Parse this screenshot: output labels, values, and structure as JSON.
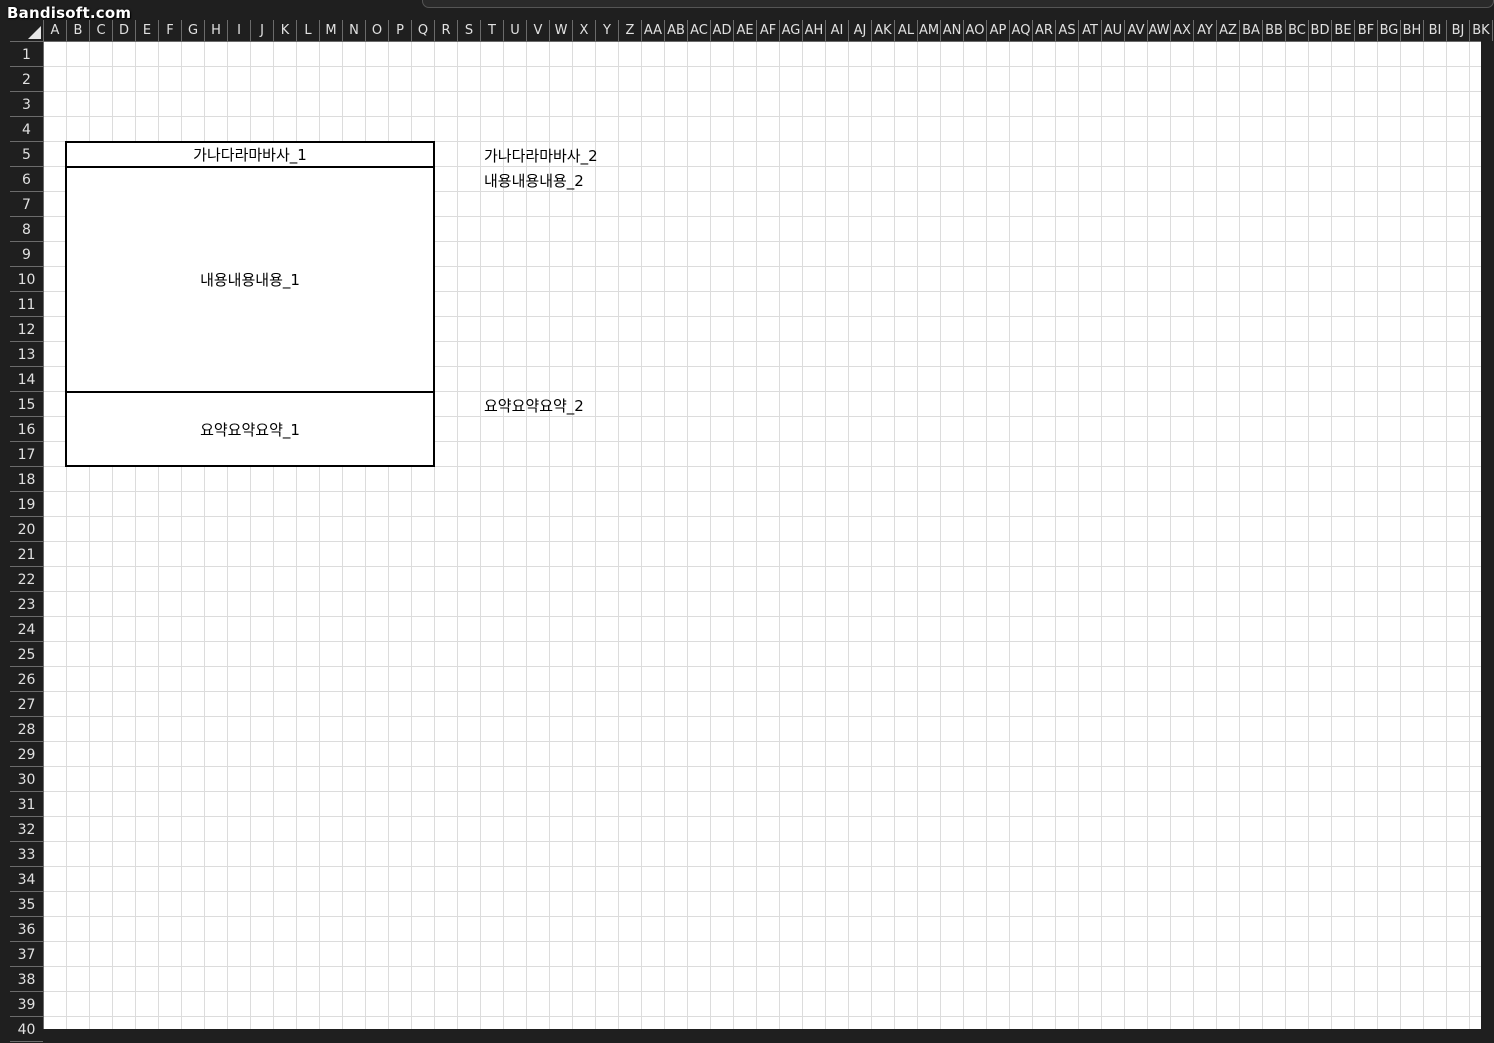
{
  "watermark": "Bandisoft.com",
  "columns": [
    "A",
    "B",
    "C",
    "D",
    "E",
    "F",
    "G",
    "H",
    "I",
    "J",
    "K",
    "L",
    "M",
    "N",
    "O",
    "P",
    "Q",
    "R",
    "S",
    "T",
    "U",
    "V",
    "W",
    "X",
    "Y",
    "Z",
    "AA",
    "AB",
    "AC",
    "AD",
    "AE",
    "AF",
    "AG",
    "AH",
    "AI",
    "AJ",
    "AK",
    "AL",
    "AM",
    "AN",
    "AO",
    "AP",
    "AQ",
    "AR",
    "AS",
    "AT",
    "AU",
    "AV",
    "AW",
    "AX",
    "AY",
    "AZ",
    "BA",
    "BB",
    "BC",
    "BD",
    "BE",
    "BF",
    "BG",
    "BH",
    "BI",
    "BJ",
    "BK"
  ],
  "rows": [
    "1",
    "2",
    "3",
    "4",
    "5",
    "6",
    "7",
    "8",
    "9",
    "10",
    "11",
    "12",
    "13",
    "14",
    "15",
    "16",
    "17",
    "18",
    "19",
    "20",
    "21",
    "22",
    "23",
    "24",
    "25",
    "26",
    "27",
    "28",
    "29",
    "30",
    "31",
    "32",
    "33",
    "34",
    "35",
    "36",
    "37",
    "38",
    "39",
    "40"
  ],
  "box": {
    "title": "가나다라마바사_1",
    "content": "내용내용내용_1",
    "summary": "요약요약요약_1"
  },
  "side": {
    "title": "가나다라마바사_2",
    "content": "내용내용내용_2",
    "summary": "요약요약요약_2"
  },
  "colors": {
    "grid_line": "#dcdcdc",
    "header_bg": "#1f1f1f",
    "header_text": "#e0e0e0",
    "border": "#000000"
  }
}
